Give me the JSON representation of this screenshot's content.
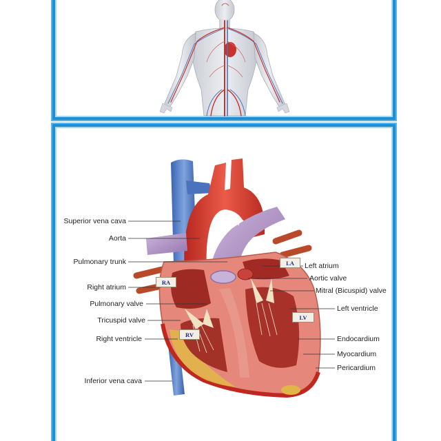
{
  "left_labels": [
    {
      "id": "superior-vena-cava",
      "text": "Superior vena cava"
    },
    {
      "id": "aorta",
      "text": "Aorta"
    },
    {
      "id": "pulmonary-trunk",
      "text": "Pulmonary trunk"
    },
    {
      "id": "right-atrium",
      "text": "Right atrium"
    },
    {
      "id": "pulmonary-valve",
      "text": "Pulmonary valve"
    },
    {
      "id": "tricuspid-valve",
      "text": "Tricuspid valve"
    },
    {
      "id": "right-ventricle",
      "text": "Right ventricle"
    },
    {
      "id": "inferior-vena-cava",
      "text": "Inferior vena cava"
    }
  ],
  "right_labels": [
    {
      "id": "left-atrium",
      "text": "Left atrium"
    },
    {
      "id": "aortic-valve",
      "text": "Aortic valve"
    },
    {
      "id": "mitral-valve",
      "text": "Mitral (Bicuspid) valve"
    },
    {
      "id": "left-ventricle",
      "text": "Left ventricle"
    },
    {
      "id": "endocardium",
      "text": "Endocardium"
    },
    {
      "id": "myocardium",
      "text": "Myocardium"
    },
    {
      "id": "pericardium",
      "text": "Pericardium"
    }
  ],
  "chamber_tags": {
    "ra": "RA",
    "la": "LA",
    "lv": "LV",
    "rv": "RV"
  },
  "colors": {
    "border": "#1e8fd0",
    "vein_blue": "#4a78c2",
    "artery_red": "#d83a2e",
    "muscle": "#e9968a",
    "pulmonary_purple": "#b79ac9"
  }
}
